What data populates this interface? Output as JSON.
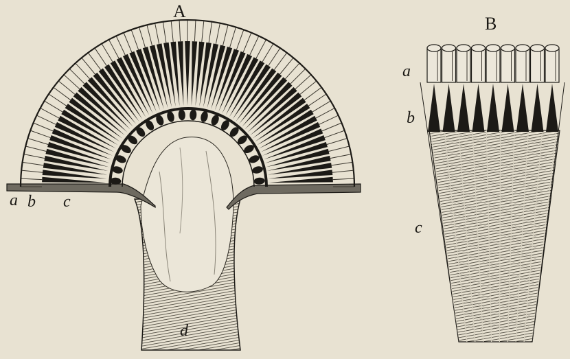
{
  "figure_a": {
    "title": "A",
    "parts": {
      "a": "a",
      "b": "b",
      "c": "c",
      "d": "d"
    }
  },
  "figure_b": {
    "title": "B",
    "parts": {
      "a": "a",
      "b": "b",
      "c": "c"
    }
  },
  "colors": {
    "paper": "#e8e2d2",
    "ink": "#1c1a16",
    "hatch": "#4a463e",
    "light_tissue": "#d8d2c2"
  }
}
